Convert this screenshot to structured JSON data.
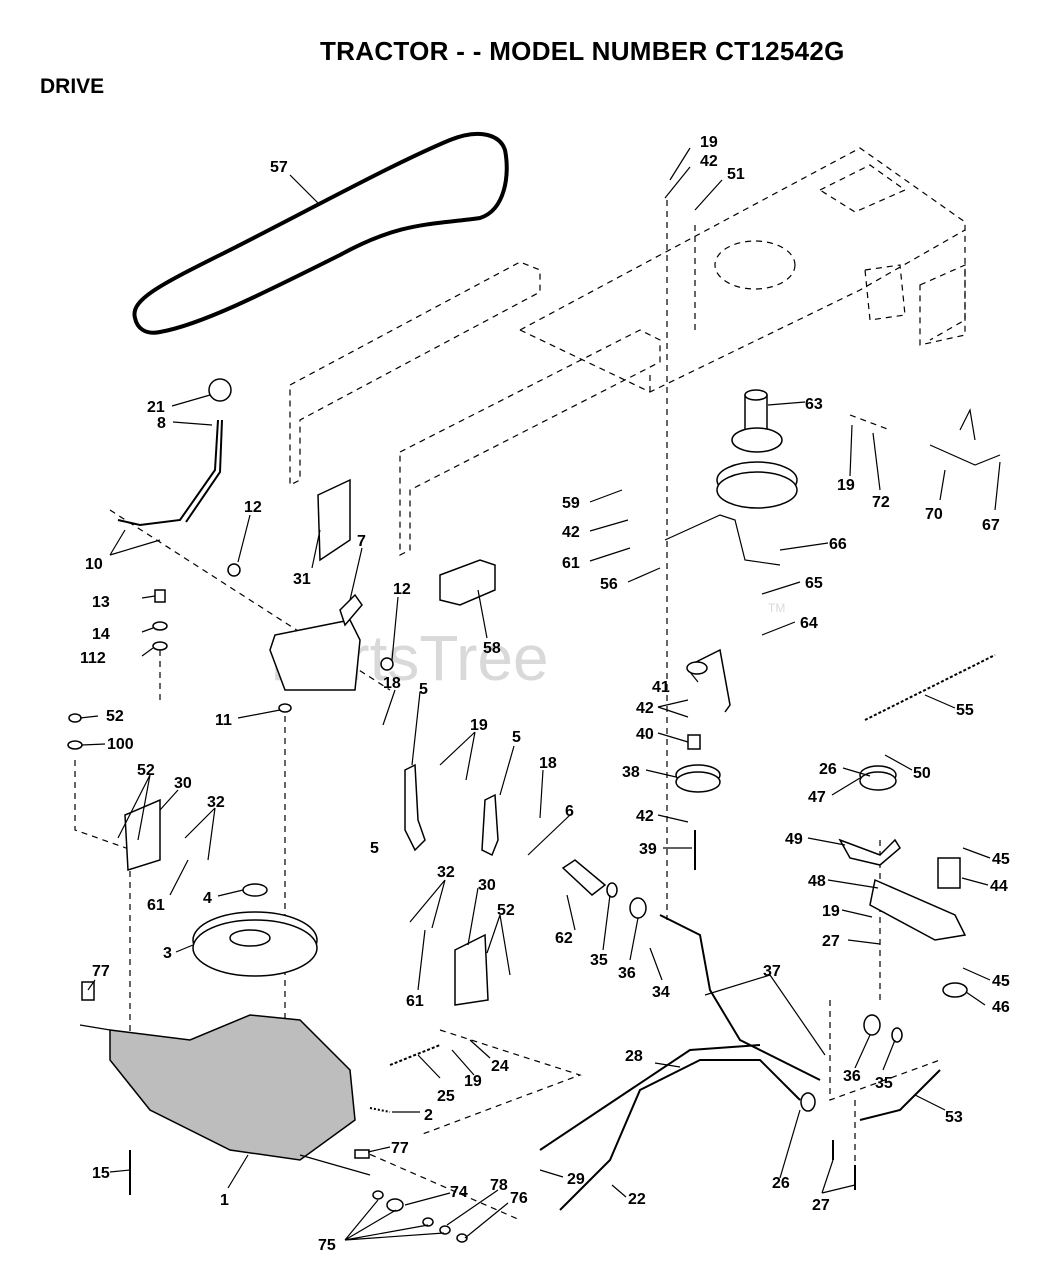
{
  "header": {
    "title": "TRACTOR - - MODEL NUMBER CT12542G",
    "section": "DRIVE"
  },
  "watermark": {
    "text": "PartsTree",
    "tm": "TM"
  },
  "callouts": [
    "57",
    "19",
    "42",
    "51",
    "21",
    "8",
    "10",
    "12",
    "31",
    "7",
    "13",
    "14",
    "112",
    "12",
    "58",
    "59",
    "42",
    "61",
    "56",
    "63",
    "19",
    "72",
    "70",
    "67",
    "66",
    "65",
    "64",
    "55",
    "11",
    "52",
    "100",
    "18",
    "5",
    "19",
    "5",
    "18",
    "6",
    "52",
    "30",
    "32",
    "61",
    "4",
    "3",
    "41",
    "42",
    "40",
    "38",
    "42",
    "39",
    "26",
    "50",
    "47",
    "49",
    "45",
    "44",
    "48",
    "19",
    "27",
    "45",
    "46",
    "32",
    "30",
    "52",
    "61",
    "62",
    "35",
    "36",
    "34",
    "37",
    "77",
    "28",
    "36",
    "35",
    "53",
    "25",
    "19",
    "24",
    "2",
    "77",
    "15",
    "1",
    "74",
    "29",
    "22",
    "26",
    "78",
    "76",
    "27",
    "75",
    "5"
  ],
  "colors": {
    "line": "#000000",
    "background": "#ffffff",
    "watermark": "#d9d9d9"
  }
}
